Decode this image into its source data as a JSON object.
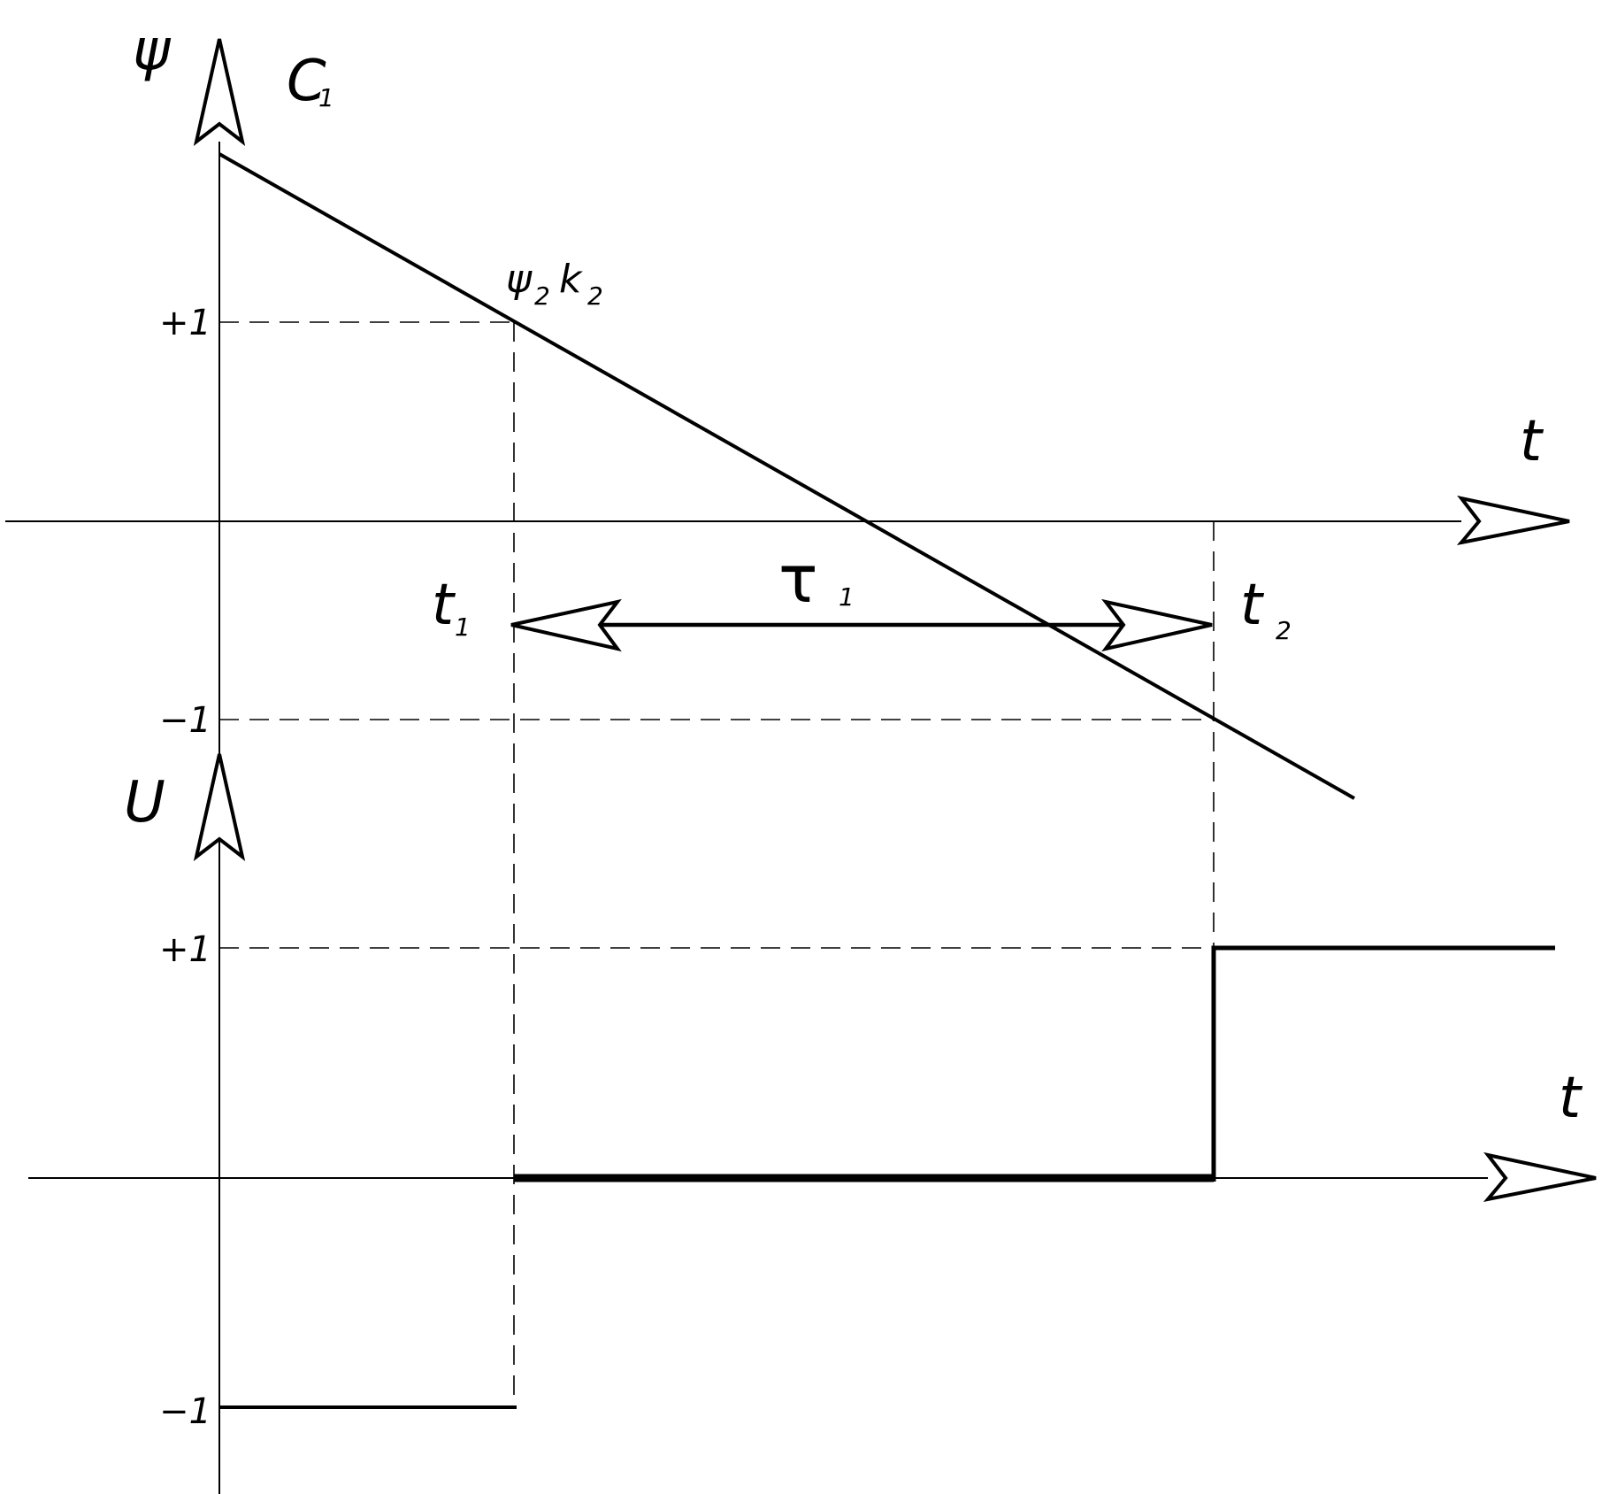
{
  "upper_graph": {
    "y_label": "ψ",
    "x_label": "t",
    "curve_label": "C",
    "curve_label_sub": "1",
    "point_label_main": "ψ",
    "point_label_main_sub": "2",
    "point_label_second": "k",
    "point_label_second_sub": "2",
    "tick_plus": "+1",
    "tick_minus": "−1",
    "t1_main": "t",
    "t1_sub": "1",
    "t2_main": "t",
    "t2_sub": "2",
    "tau_main": "τ",
    "tau_sub": "1"
  },
  "lower_graph": {
    "y_label": "U",
    "x_label": "t",
    "tick_plus": "+1",
    "tick_minus": "−1"
  }
}
